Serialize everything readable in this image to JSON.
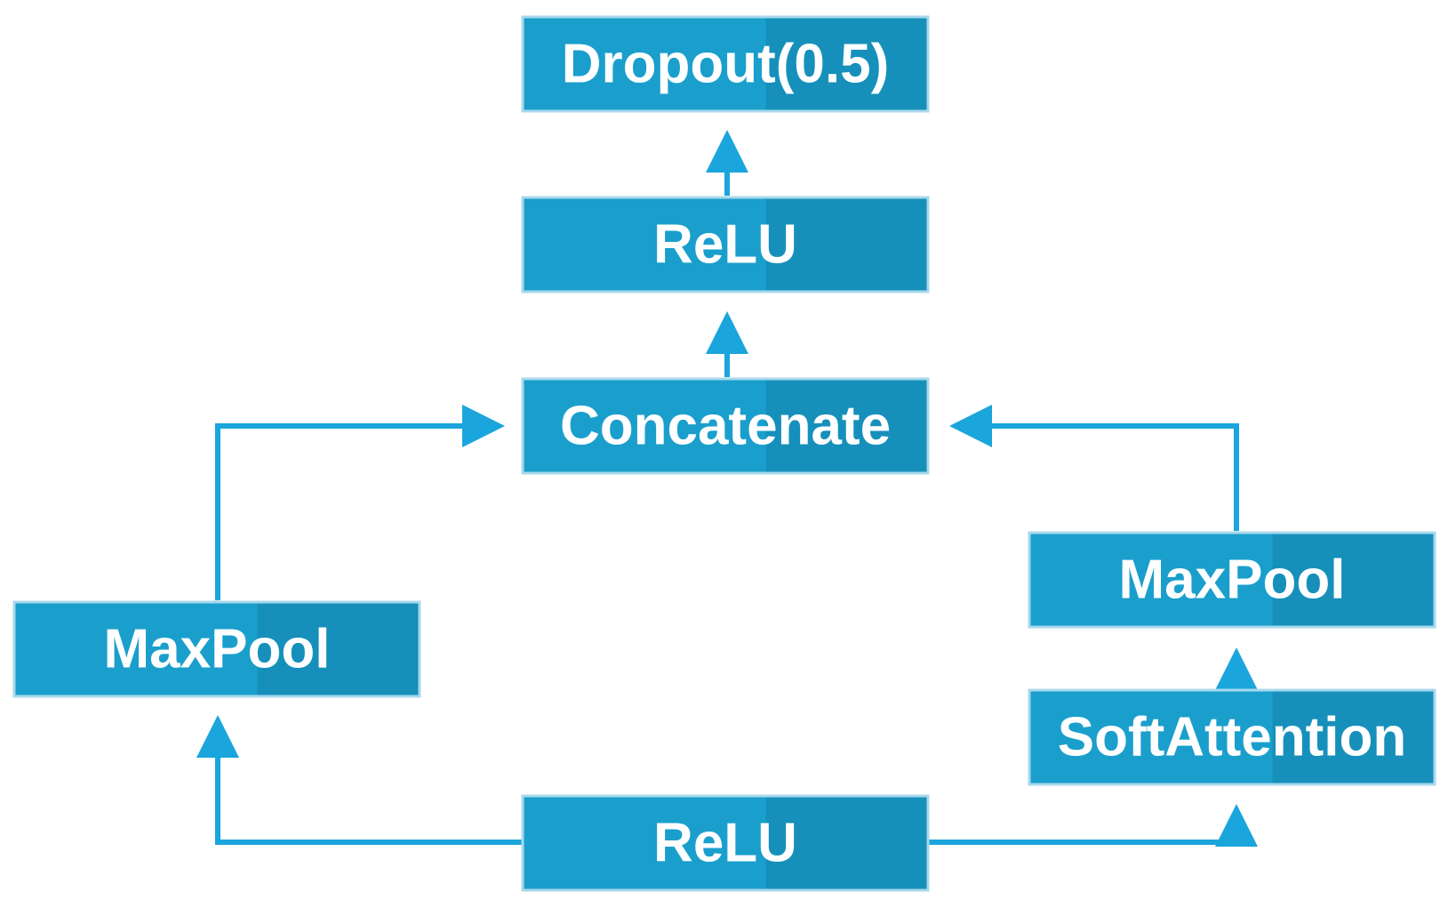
{
  "diagram": {
    "nodes": [
      {
        "id": "dropout",
        "label": "Dropout(0.5)"
      },
      {
        "id": "relu-top",
        "label": "ReLU"
      },
      {
        "id": "concatenate",
        "label": "Concatenate"
      },
      {
        "id": "maxpool-left",
        "label": "MaxPool"
      },
      {
        "id": "maxpool-right",
        "label": "MaxPool"
      },
      {
        "id": "softattention",
        "label": "SoftAttention"
      },
      {
        "id": "relu-bottom",
        "label": "ReLU"
      }
    ],
    "edges": [
      {
        "from": "relu-top",
        "to": "dropout"
      },
      {
        "from": "concatenate",
        "to": "relu-top"
      },
      {
        "from": "maxpool-left",
        "to": "concatenate"
      },
      {
        "from": "maxpool-right",
        "to": "concatenate"
      },
      {
        "from": "softattention",
        "to": "maxpool-right"
      },
      {
        "from": "relu-bottom",
        "to": "maxpool-left"
      },
      {
        "from": "relu-bottom",
        "to": "softattention"
      }
    ]
  },
  "colors": {
    "node_fill": "#1a9fcd",
    "node_fill_dark": "#1690bb",
    "node_border": "#a8d8ec",
    "arrow": "#1aa5dc",
    "text": "#ffffff"
  }
}
